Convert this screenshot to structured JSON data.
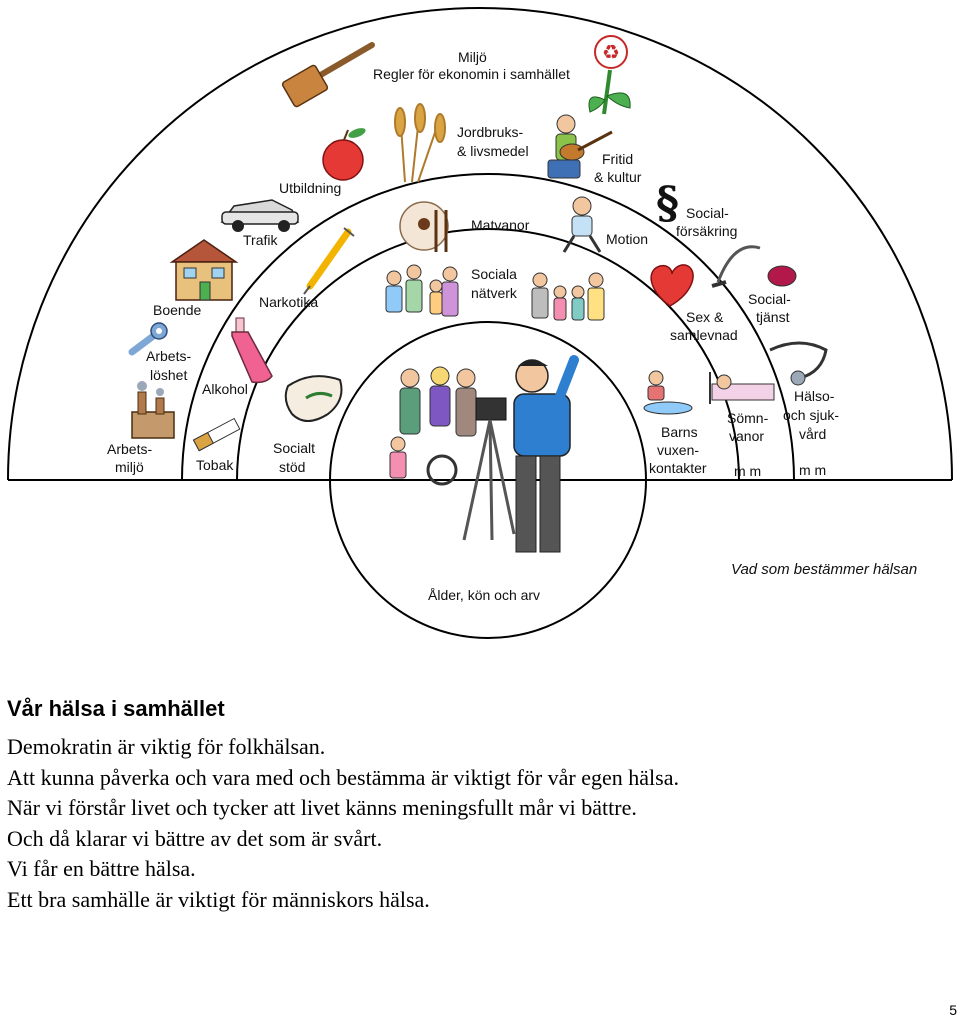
{
  "diagram": {
    "caption": "Vad som bestämmer hälsan",
    "center_label": "Ålder, kön och arv",
    "outer_ring": {
      "miljo": "Miljö",
      "regler": "Regler för ekonomin i samhället",
      "utbildning": "Utbildning",
      "jordbruk_1": "Jordbruks-",
      "jordbruk_2": "& livsmedel",
      "fritid_1": "Fritid",
      "fritid_2": "& kultur",
      "boende": "Boende",
      "arbetsloshet_1": "Arbets-",
      "arbetsloshet_2": "löshet",
      "arbetsmiljo_1": "Arbets-",
      "arbetsmiljo_2": "miljö",
      "socialforsakring_1": "Social-",
      "socialforsakring_2": "försäkring",
      "socialtjanst_1": "Social-",
      "socialtjanst_2": "tjänst",
      "halso_1": "Hälso-",
      "halso_2": "och sjuk-",
      "halso_3": "vård",
      "mm_outer": "m m"
    },
    "middle_ring": {
      "trafik": "Trafik",
      "narkotika": "Narkotika",
      "matvanor": "Matvanor",
      "motion": "Motion",
      "alkohol": "Alkohol",
      "tobak": "Tobak",
      "sex_1": "Sex &",
      "sex_2": "samlevnad",
      "somn_1": "Sömn-",
      "somn_2": "vanor",
      "mm_middle": "m m"
    },
    "inner_ring": {
      "sociala_1": "Sociala",
      "sociala_2": "nätverk",
      "socialt_1": "Socialt",
      "socialt_2": "stöd",
      "barns_1": "Barns",
      "barns_2": "vuxen-",
      "barns_3": "kontakter"
    }
  },
  "text": {
    "title": "Vår hälsa i samhället",
    "lines": [
      "Demokratin är viktig för folkhälsan.",
      "Att kunna påverka och vara med och bestämma är viktigt för vår egen hälsa.",
      "När vi förstår livet och tycker att livet känns meningsfullt mår vi bättre.",
      "Och då klarar vi bättre av det som är svårt.",
      "Vi får en bättre hälsa.",
      "Ett bra samhälle är viktigt för människors hälsa."
    ]
  },
  "page_number": "5",
  "icons": [
    "gavel-icon",
    "recycle-flower-icon",
    "apple-icon",
    "wheat-icon",
    "guitarist-icon",
    "car-icon",
    "house-icon",
    "wrench-icon",
    "factory-icon",
    "bottle-icon",
    "cigarette-icon",
    "syringe-icon",
    "plate-cutlery-icon",
    "exercise-person-icon",
    "paragraph-icon",
    "heart-icon",
    "vacuum-cleaner-icon",
    "stethoscope-icon",
    "sleeping-person-icon",
    "children-icon",
    "group-people-icon",
    "family-group-icon",
    "photographer-icon",
    "hands-icon"
  ]
}
